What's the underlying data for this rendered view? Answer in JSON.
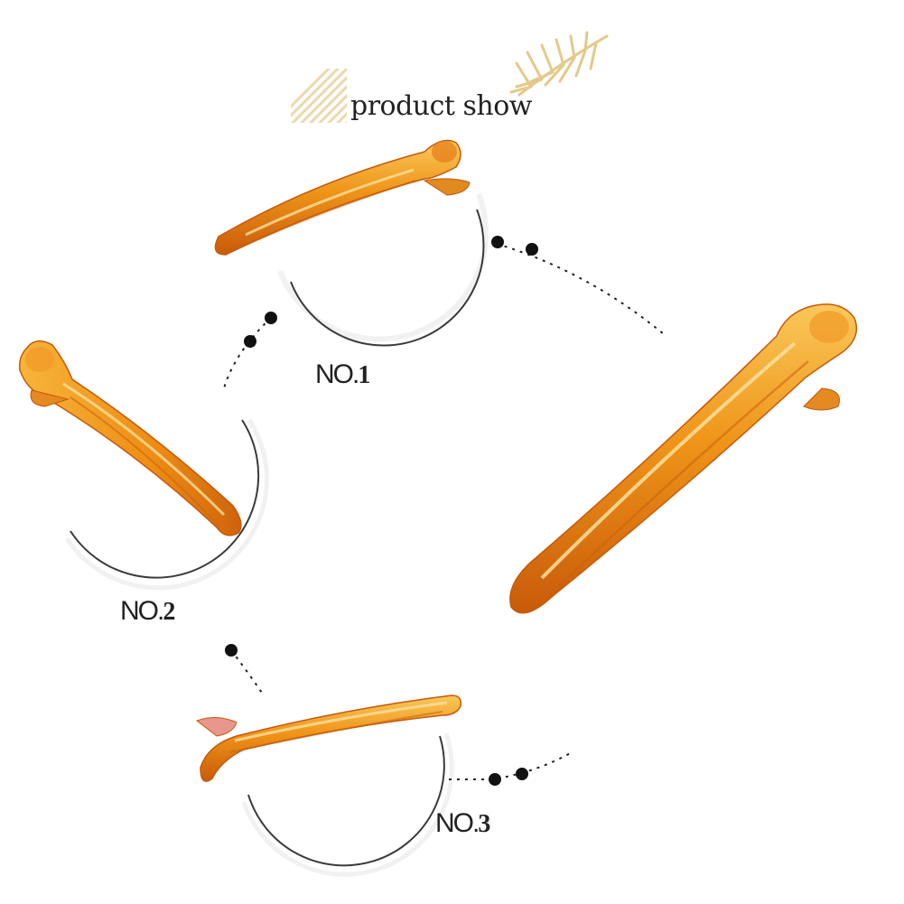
{
  "header": {
    "title": "product show",
    "leaf_icon": "palm-leaf-icon",
    "hatch_icon": "diagonal-hatch-swatch"
  },
  "items": [
    {
      "prefix": "NO.",
      "number": "1"
    },
    {
      "prefix": "NO.",
      "number": "2"
    },
    {
      "prefix": "NO.",
      "number": "3"
    }
  ],
  "colors": {
    "clip_light": "#f7b53a",
    "clip_mid": "#ee8a12",
    "clip_dark": "#c4560a",
    "accent_gold": "#e3c98a",
    "text": "#222222"
  }
}
